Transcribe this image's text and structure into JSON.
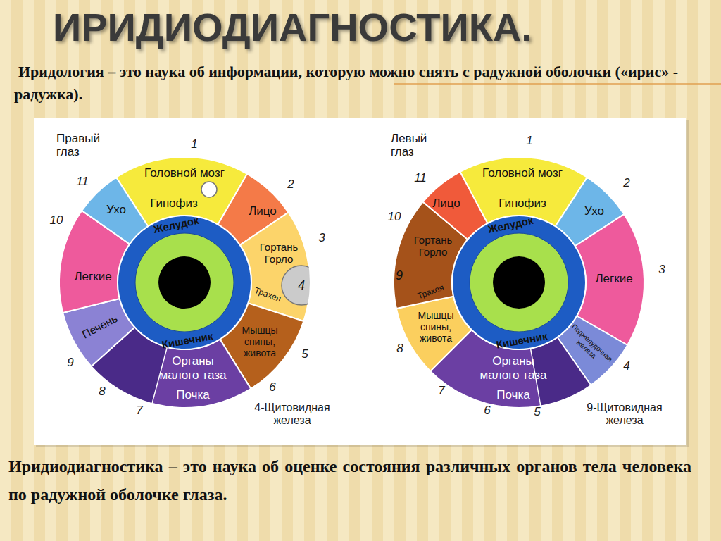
{
  "diagram": {
    "title": "ИРИДИОДИАГНОСТИКА.",
    "caption": "Иридиодиагностика – это наука об оценке состояния различных органов тела человека по радужной оболочке глаза.",
    "nodes": [
      {
        "text": [
          "Правый глаз"
        ]
      },
      {
        "text": [
          "Головной мозг",
          "Гипофиз"
        ],
        "in": 0
      },
      {
        "text": [
          "Лицо"
        ],
        "in": 0
      },
      {
        "text": [
          "Гортань Горло",
          "Трахея"
        ],
        "in": 0
      },
      {
        "text": [
          "4"
        ],
        "in": 0
      },
      {
        "text": [
          "Мышцы спины, живота"
        ],
        "in": 0
      },
      {
        "text": [
          "Органы малого таза",
          "Почка"
        ],
        "in": 0
      },
      {
        "text": [
          "Печень"
        ],
        "in": 0
      },
      {
        "text": [
          "Легкие"
        ],
        "in": 0
      },
      {
        "text": [
          "Ухо"
        ],
        "in": 0
      },
      {
        "text": [
          "Желудок",
          "Кишечник"
        ],
        "in": 0
      },
      {
        "text": [
          "Левый глаз"
        ]
      },
      {
        "text": [
          "Головной мозг",
          "Гипофиз"
        ],
        "in": 11
      },
      {
        "text": [
          "Ухо"
        ],
        "in": 11
      },
      {
        "text": [
          "Легкие"
        ],
        "in": 11
      },
      {
        "text": [
          "Поджелудочная железа"
        ],
        "in": 11
      },
      {
        "text": [
          "Органы малого таза",
          "Почка"
        ],
        "in": 11
      },
      {
        "text": [
          "Мышцы спины, живота"
        ],
        "in": 11
      },
      {
        "text": [
          "9"
        ],
        "in": 11
      },
      {
        "text": [
          "Гортань Горло",
          "Трахея"
        ],
        "in": 11
      },
      {
        "text": [
          "Лицо"
        ],
        "in": 11
      },
      {
        "text": [
          "Желудок",
          "Кишечник"
        ],
        "in": 11
      }
    ],
    "labels": [
      "Иридология – это наука об информации, которую можно снять с радужной оболочки («ирис» - радужка).",
      "1",
      "2",
      "3",
      "5",
      "6",
      "7",
      "8",
      "9",
      "10",
      "11",
      "4-Щитовидная железа",
      "1",
      "2",
      "3",
      "4",
      "5",
      "6",
      "7",
      "8",
      "10",
      "11",
      "9-Щитовидная железа"
    ]
  }
}
